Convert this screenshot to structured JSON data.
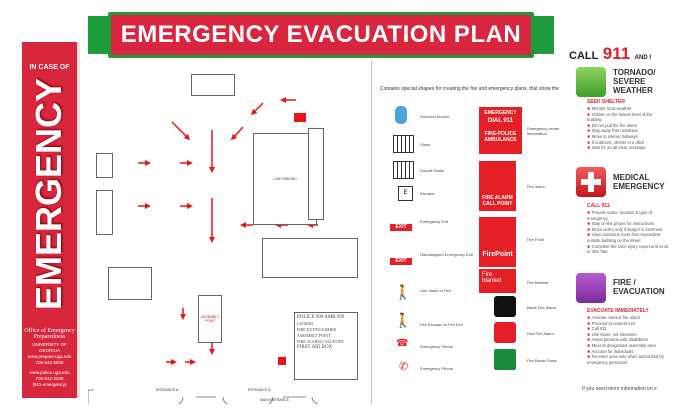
{
  "banner": {
    "title": "EMERGENCY EVACUATION PLAN",
    "color": "#d7263d",
    "ribbon_color": "#1f9a3c"
  },
  "poster": {
    "in_case_of": "IN CASE OF",
    "headline": "EMERGENCY",
    "office": "Office of Emergency Preparedness",
    "university": "UNIVERSITY OF GEORGIA",
    "web1": "www.prepare.uga.edu",
    "phone1": "706-542-5845",
    "web2": "www.police.uga.edu",
    "phone2": "706-542-2200",
    "alt": "(911-emergency)",
    "color": "#d8263c"
  },
  "plan": {
    "labels": {
      "car_parking": "CAR PARKING",
      "entrance_a": "ENTRANCE A",
      "entrance_b": "ENTRANCE B",
      "assembly": "ASSEMBLY POINT",
      "main_entrance": "MAIN ENTRANCE"
    },
    "info": {
      "line1": "POLICE 999   AMB 999",
      "legend": "LEGEND",
      "fire_ext": "FIRE EXTINGUISHER",
      "assembly": "ASSEMBLY POINT",
      "fire_alarm": "FIRE ALARM CALLPOINT",
      "first_aid": "FIRST AID BOX"
    }
  },
  "legend": {
    "intro": "Contains special shapes for creating the fire and emergency plans, that show the",
    "left_items": [
      "Direction Arrows",
      "Stairs",
      "Double Stairs",
      "Elevator",
      "Emergency Exit",
      "Handicapped Emergency Exit",
      "Use Stairs In Fire",
      "Fire Escape on Fire Exit",
      "Emergency Phone",
      "Emergency Phone"
    ],
    "exit_label": "EXIT",
    "right_items": [
      "Emergency center information",
      "Fire alarm",
      "Fire Point",
      "Fire Blanket",
      "Black Fire Alarm",
      "Red Fire Alarm",
      "Fire Break Glass"
    ],
    "signs": {
      "emergency": "EMERGENCY",
      "dial": "DIAL 911",
      "fpa": "FIRE-POLICE AMBULANCE",
      "alarm": "FIRE ALARM CALL POINT",
      "firepoint": "FirePoint",
      "blanket": "Fire blanket"
    }
  },
  "right": {
    "call": "CALL",
    "num": "911",
    "and": "AND I",
    "tornado": {
      "title": "TORNADO/ SEVERE WEATHER",
      "sub": "SEEK SHELTER",
      "items": [
        "Monitor local weather",
        "Shelter on the lowest level of the building",
        "Do not pull the fire alarm",
        "Stay away from windows",
        "Move to interior hallways",
        "If outdoors, shelter in a ditch",
        "Wait for an all-clear message"
      ]
    },
    "medical": {
      "title": "MEDICAL EMERGENCY",
      "sub": "CALL 911",
      "items": [
        "Provide name, location & type of emergency",
        "Stay on the phone for instructions",
        "Move victim only if danger is imminent",
        "Have someone meet first responders outside building on the street",
        "Complete the UGA injury report and send to 325 Tate"
      ]
    },
    "fire": {
      "title": "FIRE / EVACUATION",
      "sub": "EVACUATE IMMEDIATELY",
      "items": [
        "Activate nearest fire alarm",
        "Proceed to nearest exit",
        "Call 911",
        "Use stairs, not elevators",
        "Assist persons with disabilities",
        "Meet at designated assembly area",
        "Account for individuals",
        "Re-enter area only when authorized by emergency personnel"
      ]
    },
    "footer": "If you need more information on e"
  }
}
